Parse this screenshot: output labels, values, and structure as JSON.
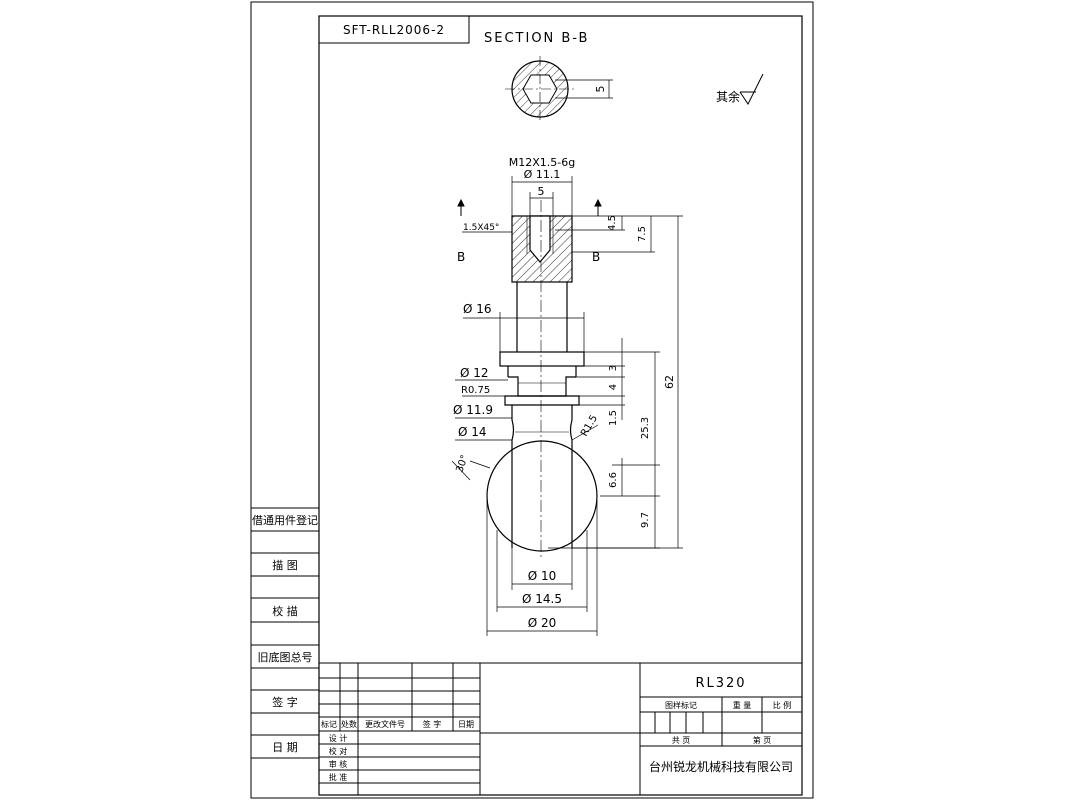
{
  "drawing": {
    "code": "SFT-RLL2006-2",
    "section_title": "SECTION  B-B",
    "part_name": "RL320",
    "company": "台州锐龙机械科技有限公司",
    "surface_finish_note": "其余"
  },
  "dimensions": {
    "thread": "M12X1.5-6g",
    "dia_11_1": "Ø 11.1",
    "width_5": "5",
    "hex_5": "5",
    "chamfer": "1.5X45°",
    "depth_4_5": "4.5",
    "depth_7_5": "7.5",
    "dia_16": "Ø 16",
    "dia_12": "Ø 12",
    "radius_0_75": "R0.75",
    "dia_11_9": "Ø 11.9",
    "dia_14": "Ø 14",
    "radius_1_5": "R1.5",
    "angle_30": "30°",
    "len_3": "3",
    "len_4": "4",
    "len_1_5": "1.5",
    "len_25_3": "25.3",
    "len_6_6": "6.6",
    "len_9_7": "9.7",
    "len_62": "62",
    "dia_10": "Ø 10",
    "dia_14_5": "Ø 14.5",
    "dia_20": "Ø 20"
  },
  "section_marks": {
    "left": "B",
    "right": "B"
  },
  "left_strip": {
    "register": "借通用件登记",
    "trace": "描  图",
    "proof": "校  描",
    "old_no": "旧底图总号",
    "sign": "签  字",
    "date": "日  期"
  },
  "revision_table": {
    "headers": [
      "标记",
      "处数",
      "更改文件号",
      "签 字",
      "日期"
    ],
    "rows": [
      "设 计",
      "校 对",
      "审 核",
      "批 准"
    ]
  },
  "title_block": {
    "drawing_mark": "图样标记",
    "weight": "重 量",
    "scale": "比 例",
    "total": "共    页",
    "page": "第    页"
  }
}
